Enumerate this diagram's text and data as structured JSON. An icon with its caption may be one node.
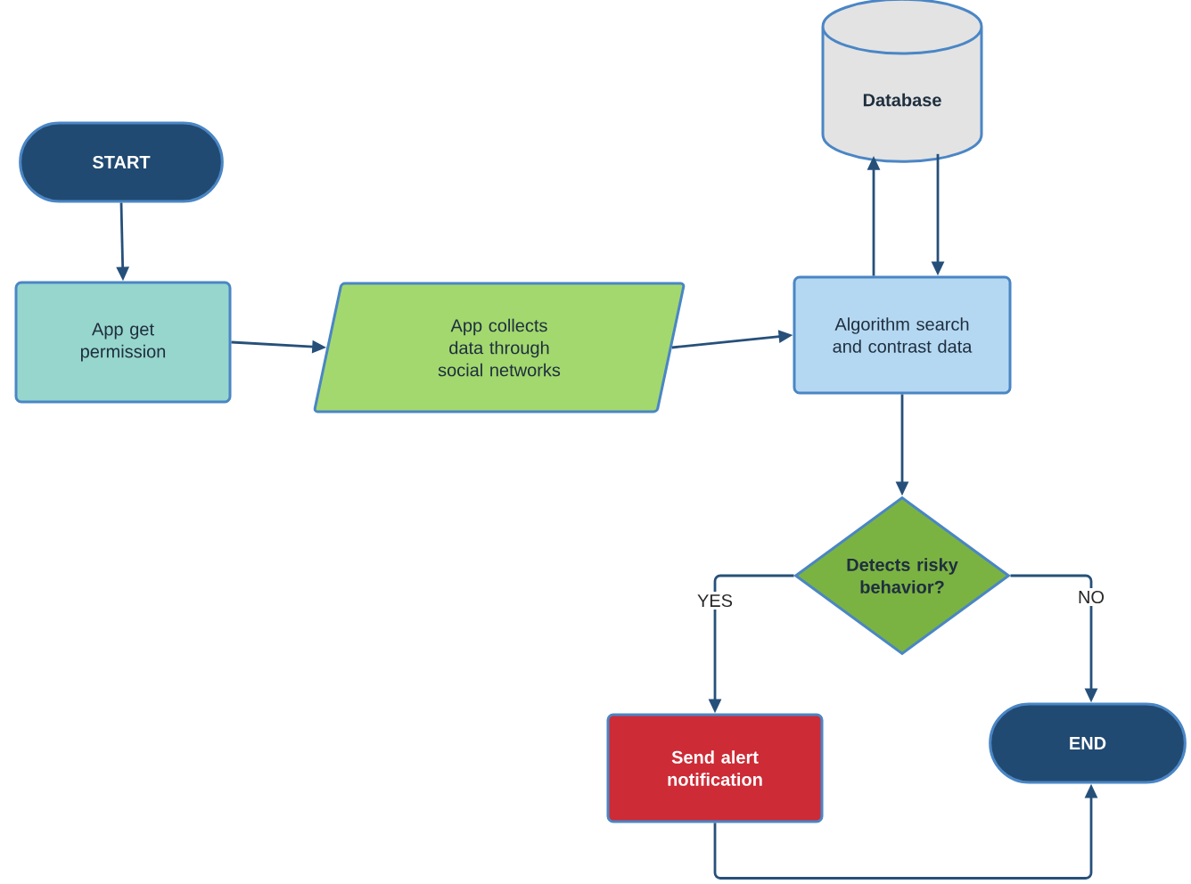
{
  "diagram": {
    "nodes": [
      {
        "text": [
          "START"
        ]
      },
      {
        "text": [
          "App get permission"
        ]
      },
      {
        "text": [
          "App collects data through social networks"
        ]
      },
      {
        "text": [
          "Database"
        ]
      },
      {
        "text": [
          "Algorithm search and contrast data"
        ]
      },
      {
        "text": [
          "Detects risky behavior?"
        ]
      },
      {
        "text": [
          "Send alert notification"
        ]
      },
      {
        "text": [
          "END"
        ]
      }
    ],
    "edges": [
      {
        "from": 0,
        "to": 1,
        "arrow": "to"
      },
      {
        "from": 1,
        "to": 2,
        "arrow": "to"
      },
      {
        "from": 2,
        "to": 4,
        "arrow": "to"
      },
      {
        "from": 4,
        "to": 3,
        "arrow": "to"
      },
      {
        "from": 3,
        "to": 4,
        "arrow": "to"
      },
      {
        "from": 4,
        "to": 5,
        "arrow": "to"
      },
      {
        "from": 5,
        "to": 6,
        "label": "YES",
        "arrow": "to"
      },
      {
        "from": 5,
        "to": 7,
        "label": "NO",
        "arrow": "to"
      },
      {
        "from": 6,
        "to": 7,
        "arrow": "to"
      }
    ]
  }
}
